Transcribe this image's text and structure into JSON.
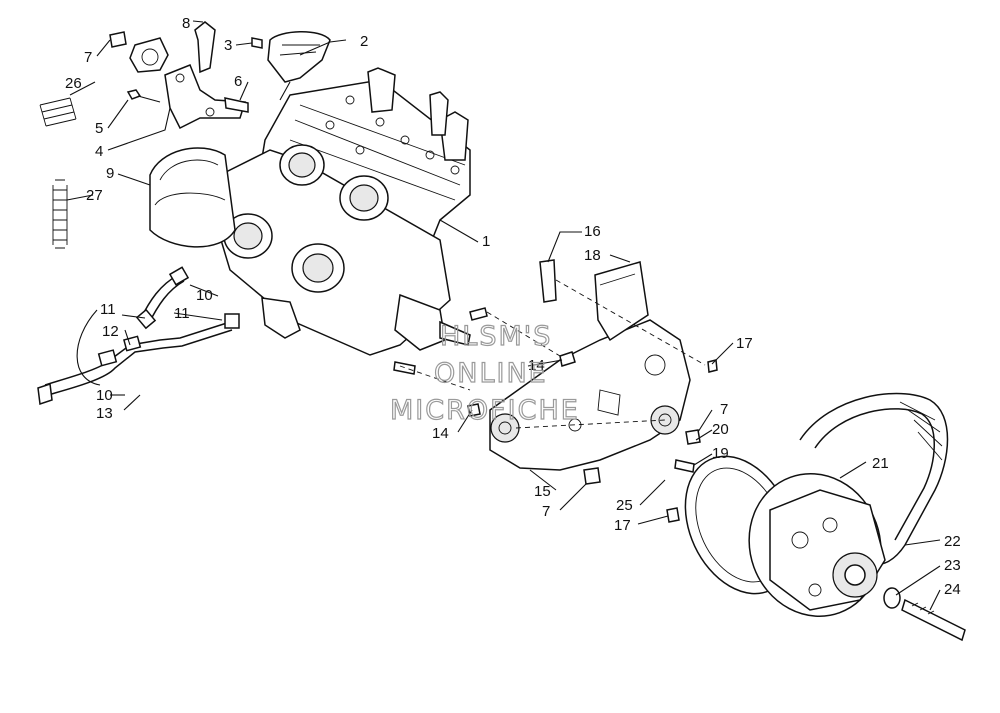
{
  "watermark": {
    "lines": [
      "HLSM'S",
      "ONLINE",
      "MICROFICHE"
    ]
  },
  "callouts": [
    {
      "id": "c1",
      "label": "1"
    },
    {
      "id": "c2",
      "label": "2"
    },
    {
      "id": "c3",
      "label": "3"
    },
    {
      "id": "c4",
      "label": "4"
    },
    {
      "id": "c5",
      "label": "5"
    },
    {
      "id": "c6",
      "label": "6"
    },
    {
      "id": "c7a",
      "label": "7"
    },
    {
      "id": "c7b",
      "label": "7"
    },
    {
      "id": "c7c",
      "label": "7"
    },
    {
      "id": "c8",
      "label": "8"
    },
    {
      "id": "c9",
      "label": "9"
    },
    {
      "id": "c10a",
      "label": "10"
    },
    {
      "id": "c10b",
      "label": "10"
    },
    {
      "id": "c11a",
      "label": "11"
    },
    {
      "id": "c11b",
      "label": "11"
    },
    {
      "id": "c12",
      "label": "12"
    },
    {
      "id": "c13",
      "label": "13"
    },
    {
      "id": "c14a",
      "label": "14"
    },
    {
      "id": "c14b",
      "label": "14"
    },
    {
      "id": "c15",
      "label": "15"
    },
    {
      "id": "c16",
      "label": "16"
    },
    {
      "id": "c17a",
      "label": "17"
    },
    {
      "id": "c17b",
      "label": "17"
    },
    {
      "id": "c18",
      "label": "18"
    },
    {
      "id": "c19",
      "label": "19"
    },
    {
      "id": "c20",
      "label": "20"
    },
    {
      "id": "c21",
      "label": "21"
    },
    {
      "id": "c22",
      "label": "22"
    },
    {
      "id": "c23",
      "label": "23"
    },
    {
      "id": "c24",
      "label": "24"
    },
    {
      "id": "c25",
      "label": "25"
    },
    {
      "id": "c26",
      "label": "26"
    },
    {
      "id": "c27",
      "label": "27"
    }
  ]
}
